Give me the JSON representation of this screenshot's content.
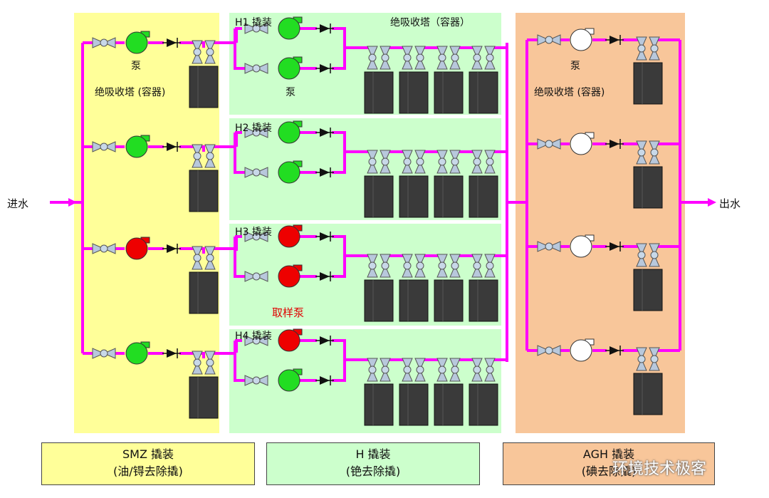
{
  "colors": {
    "smz_panel": "#ffff99",
    "h_panel": "#ccffcc",
    "agh_panel": "#f8c69a",
    "pipe": "#ff00ff",
    "pump_green": "#22dd22",
    "pump_red": "#ee0000",
    "pump_white": "#ffffff",
    "vessel": "#3a3a3a"
  },
  "labels": {
    "inlet": "进水",
    "outlet": "出水",
    "smz_pump": "泵",
    "smz_vessel": "绝吸收塔 (容器)",
    "h_vessel": "绝吸收塔（容器）",
    "h_pump": "泵",
    "sample_pump": "取样泵",
    "agh_pump": "泵",
    "agh_vessel": "绝吸收塔 (容器)"
  },
  "h_skids": [
    {
      "label": "H1 撬装"
    },
    {
      "label": "H2 撬装"
    },
    {
      "label": "H3 撬装"
    },
    {
      "label": "H4 撬装"
    }
  ],
  "smz_pump_colors": [
    "green",
    "green",
    "red",
    "green"
  ],
  "h_pump_colors": [
    [
      "green",
      "green"
    ],
    [
      "green",
      "green"
    ],
    [
      "red",
      "red"
    ],
    [
      "red",
      "green"
    ]
  ],
  "legend": {
    "smz": {
      "line1": "SMZ 撬装",
      "line2": "(油/锝去除撬)"
    },
    "h": {
      "line1": "H 撬装",
      "line2": "(铯去除撬)"
    },
    "agh": {
      "line1": "AGH 撬装",
      "line2": "(碘去除撬)"
    }
  },
  "watermark": "环境技术极客"
}
